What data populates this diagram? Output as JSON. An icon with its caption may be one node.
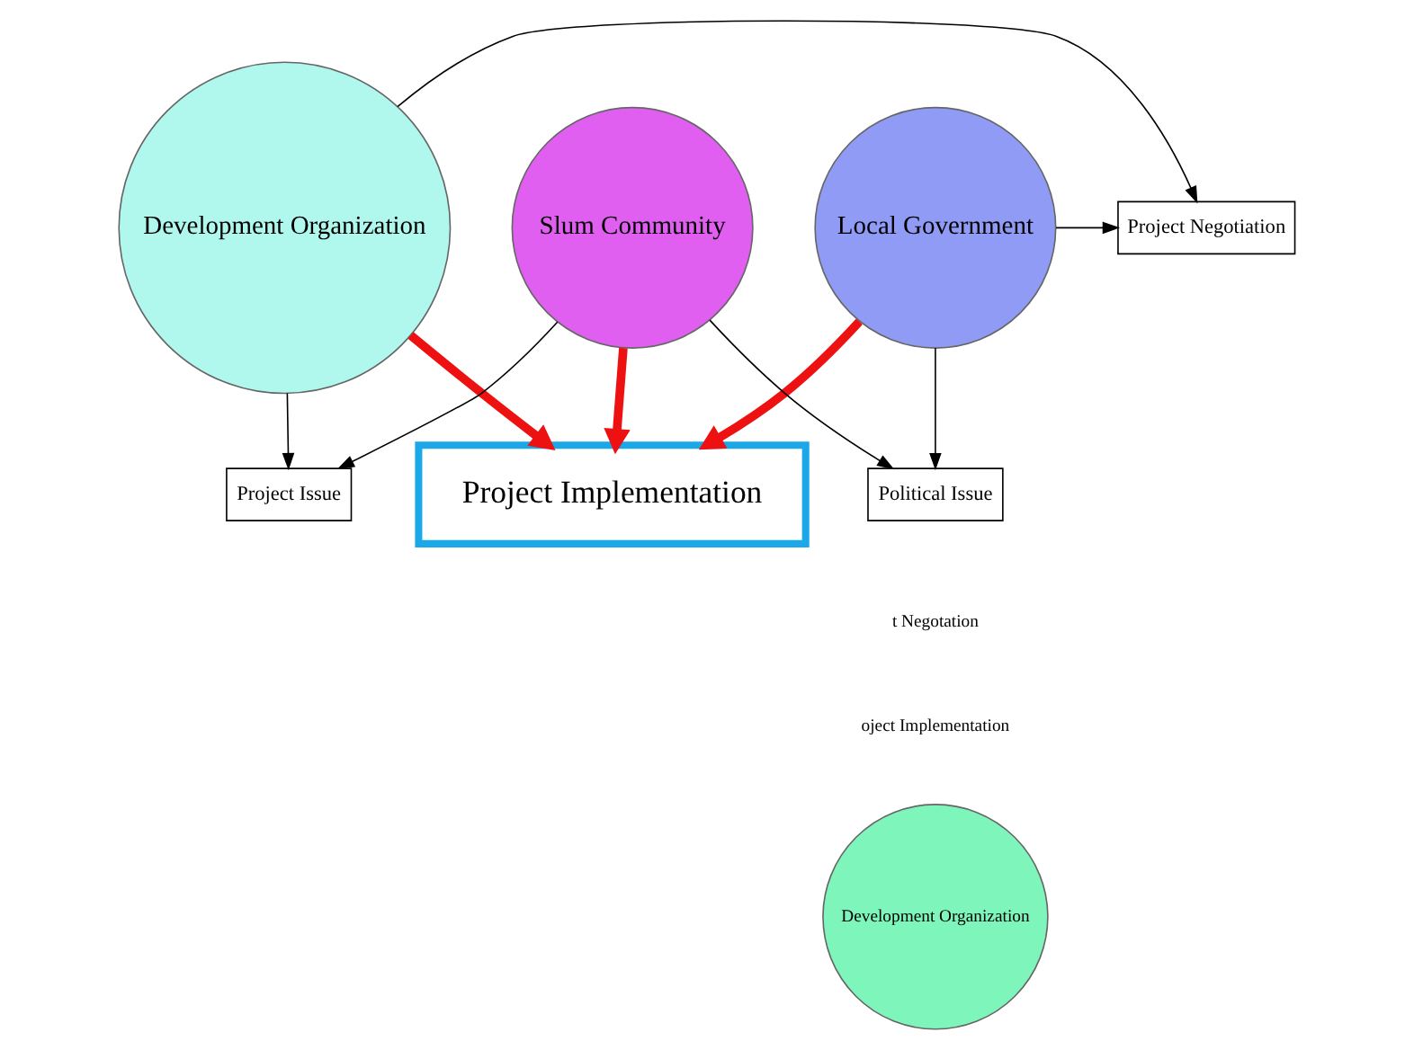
{
  "diagram": {
    "nodes": [
      {
        "text": [
          "Local Government"
        ]
      },
      {
        "text": [
          "Project Negotiation"
        ]
      },
      {
        "text": [
          "Development Organization"
        ]
      },
      {
        "text": [
          "Project Implementation"
        ]
      },
      {
        "text": [
          "Political Issue"
        ]
      },
      {
        "text": [
          "Project Issue"
        ]
      },
      {
        "text": [
          "Slum Community"
        ]
      },
      {
        "text": [
          "Development Organization"
        ]
      }
    ],
    "edges": [
      {
        "from": 0,
        "to": 1,
        "arrow": "to"
      },
      {
        "from": 2,
        "to": 1,
        "arrow": "to"
      },
      {
        "from": 0,
        "to": 3,
        "arrow": "to",
        "style": "thick",
        "color": "#ee1111"
      },
      {
        "from": 2,
        "to": 3,
        "arrow": "to",
        "style": "thick",
        "color": "#ee1111"
      },
      {
        "from": 6,
        "to": 3,
        "arrow": "to",
        "style": "thick",
        "color": "#ee1111"
      },
      {
        "from": 0,
        "to": 4,
        "arrow": "to"
      },
      {
        "from": 6,
        "to": 4,
        "arrow": "to"
      },
      {
        "from": 2,
        "to": 5,
        "arrow": "to"
      },
      {
        "from": 6,
        "to": 5,
        "arrow": "to"
      }
    ],
    "labels": [
      "t Negotation",
      "oject Implementation"
    ]
  }
}
